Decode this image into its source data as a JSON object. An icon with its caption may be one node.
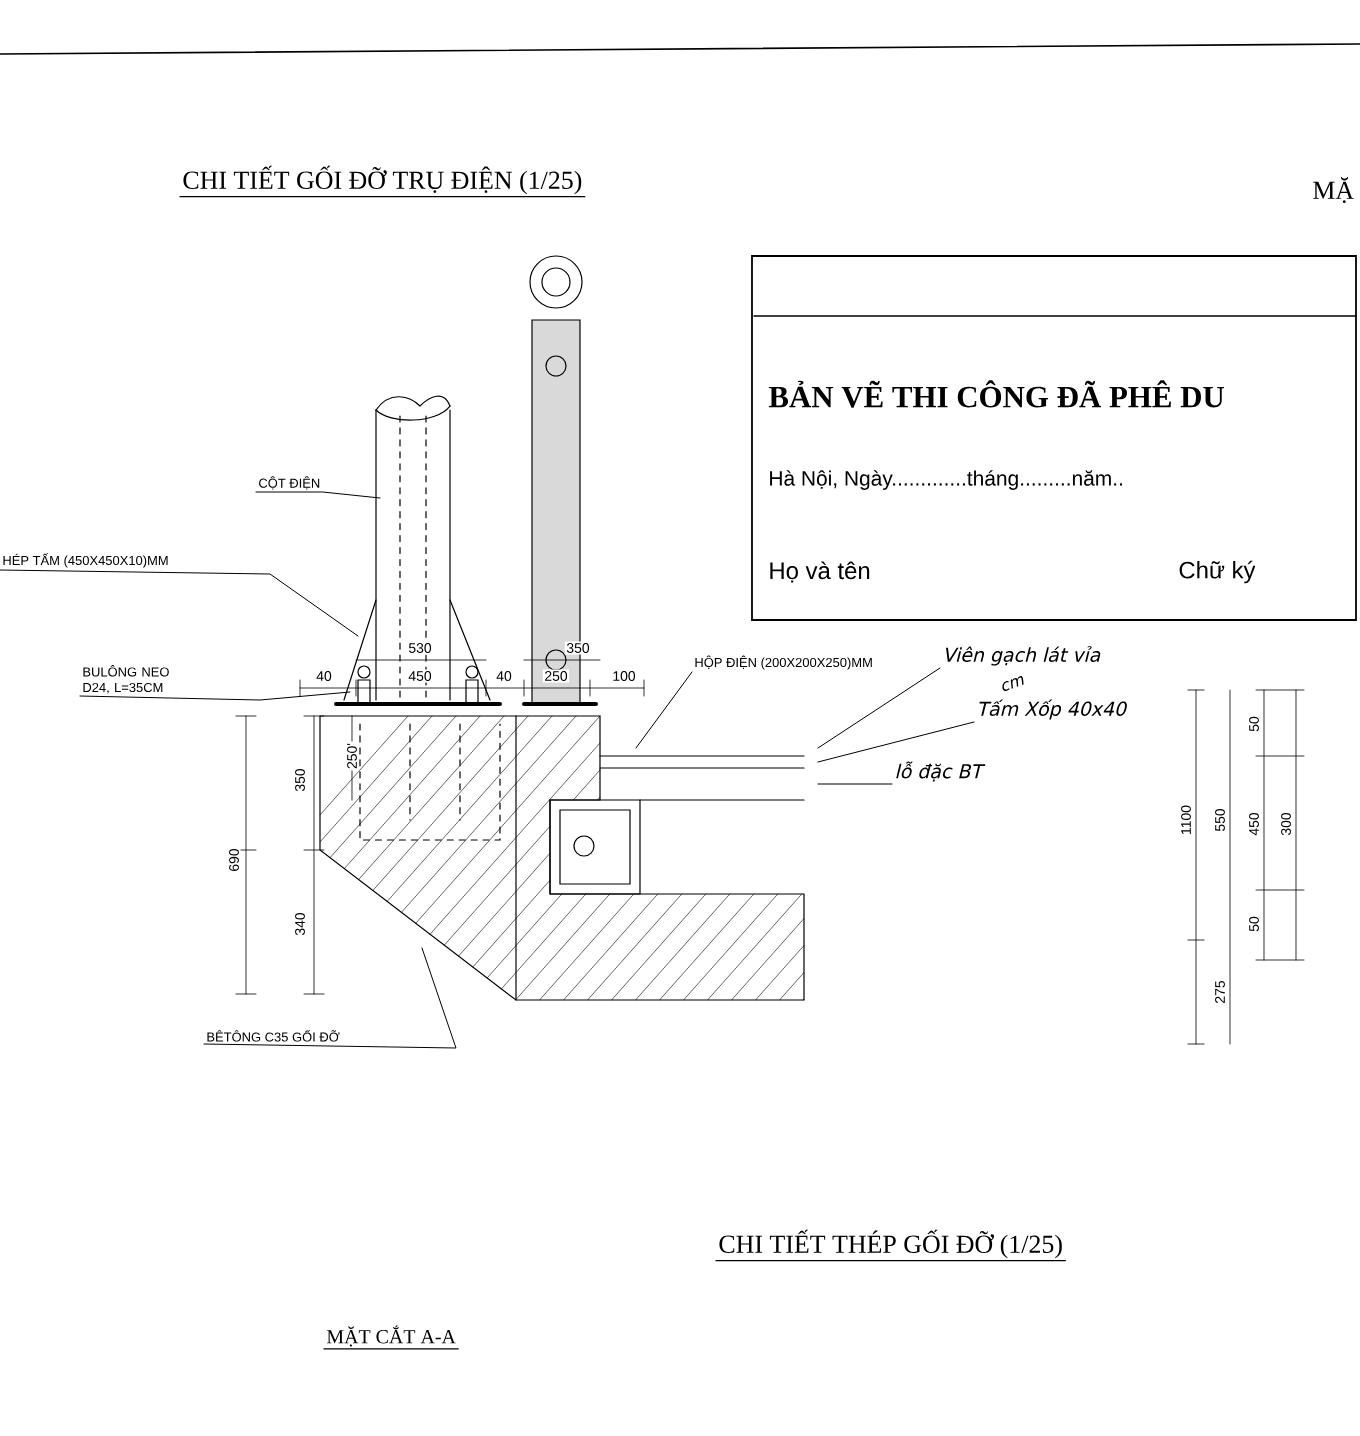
{
  "diagram": {
    "title": "CHI TIẾT GỐI ĐỠ TRỤ ĐIỆN (1/25)",
    "nodes": [
      {
        "text": [
          "CỘT ĐIỆN"
        ]
      },
      {
        "text": [
          "HÉP TẤM (450X450X10)MM"
        ]
      },
      {
        "text": [
          "BULÔNG NEO D24, L=35CM"
        ]
      },
      {
        "text": [
          "HỘP ĐIỆN (200X200X250)MM"
        ]
      },
      {
        "text": [
          "BÊTÔNG C35 GỐI ĐỠ"
        ]
      },
      {
        "text": [
          "Viên gạch lát vỉa"
        ]
      },
      {
        "text": [
          "Tấm Xốp 40x40"
        ]
      },
      {
        "text": [
          "lỗ đặc BT"
        ]
      },
      {
        "text": [
          "BẢN VẼ THI CÔNG ĐÃ PHÊ DU",
          "Hà Nội, Ngày.............tháng.........năm..",
          "Họ và tên",
          "Chữ ký"
        ]
      }
    ],
    "edges": [
      {
        "from": 0,
        "to": null,
        "arrow": "none"
      },
      {
        "from": 1,
        "to": null,
        "arrow": "none"
      },
      {
        "from": 2,
        "to": null,
        "arrow": "none"
      },
      {
        "from": 3,
        "to": null,
        "arrow": "none"
      },
      {
        "from": 4,
        "to": null,
        "arrow": "none"
      },
      {
        "from": 5,
        "to": null,
        "arrow": "none"
      },
      {
        "from": 6,
        "to": null,
        "arrow": "none"
      },
      {
        "from": 7,
        "to": null,
        "arrow": "none"
      }
    ],
    "labels": [
      "MẶ",
      "530",
      "350",
      "40",
      "450",
      "40",
      "250",
      "100",
      "250'",
      "350",
      "340",
      "690",
      "1100",
      "550",
      "50",
      "450",
      "300",
      "50",
      "275",
      "cm",
      "CHI TIẾT THÉP GỐI ĐỠ (1/25)",
      "MẶT CẮT A-A"
    ]
  }
}
